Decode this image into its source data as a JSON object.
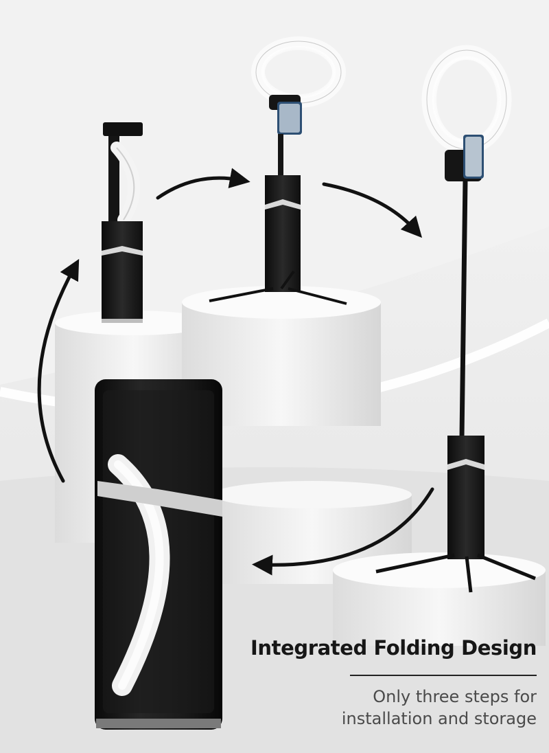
{
  "headline": "Integrated Folding Design",
  "subheadline": {
    "line1": "Only three steps for",
    "line2": "installation and storage"
  },
  "colors": {
    "background": "#ececec",
    "product_black": "#151515",
    "accent_silver": "#d9d9d9",
    "ring_light": "#fafafa",
    "headline": "#161616",
    "subheadline": "#4a4a4a"
  },
  "steps": [
    {
      "state": "folded-storage-box"
    },
    {
      "state": "unfolded-ring-clipped"
    },
    {
      "state": "ring-open-short-pole"
    },
    {
      "state": "fully-extended-stand"
    }
  ]
}
